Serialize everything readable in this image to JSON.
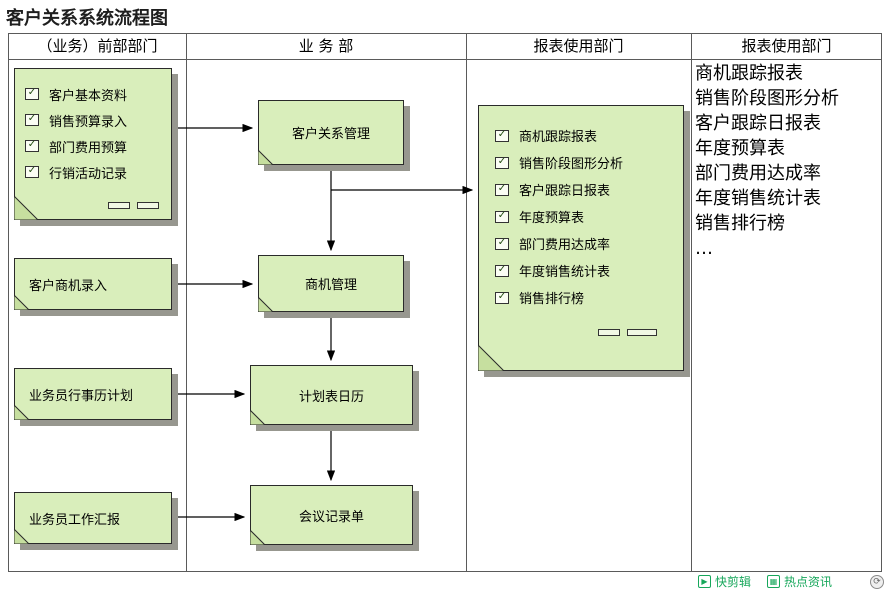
{
  "page": {
    "title": "客户关系系统流程图"
  },
  "lanes": {
    "col1": "（业务）前部部门",
    "col2": "业 务 部",
    "col3": "报表使用部门",
    "col4": "报表使用部门"
  },
  "input_doc": {
    "items": [
      "客户基本资料",
      "销售预算录入",
      "部门费用预算",
      "行销活动记录"
    ]
  },
  "front_docs": {
    "opportunity_entry": "客户商机录入",
    "calendar_plan": "业务员行事历计划",
    "work_report": "业务员工作汇报"
  },
  "process_docs": {
    "crm": "客户关系管理",
    "opportunity": "商机管理",
    "calendar": "计划表日历",
    "meeting": "会议记录单"
  },
  "report_doc": {
    "items": [
      "商机跟踪报表",
      "销售阶段图形分析",
      "客户跟踪日报表",
      "年度预算表",
      "部门费用达成率",
      "年度销售统计表",
      "销售排行榜"
    ]
  },
  "report_list": {
    "items": [
      "商机跟踪报表",
      "销售阶段图形分析",
      "客户跟踪日报表",
      "年度预算表",
      "部门费用达成率",
      "年度销售统计表",
      "销售排行榜",
      "…"
    ]
  },
  "toolbar": {
    "quick_clip": "快剪辑",
    "hot_news": "热点资讯"
  },
  "icons": {
    "check": "✓",
    "play": "▶",
    "news": "▦",
    "refresh": "⟳"
  },
  "colors": {
    "doc_fill": "#d9eebb",
    "doc_fold": "#c6df9f",
    "doc_shadow": "#97978f",
    "accent_green": "#17a75b"
  }
}
